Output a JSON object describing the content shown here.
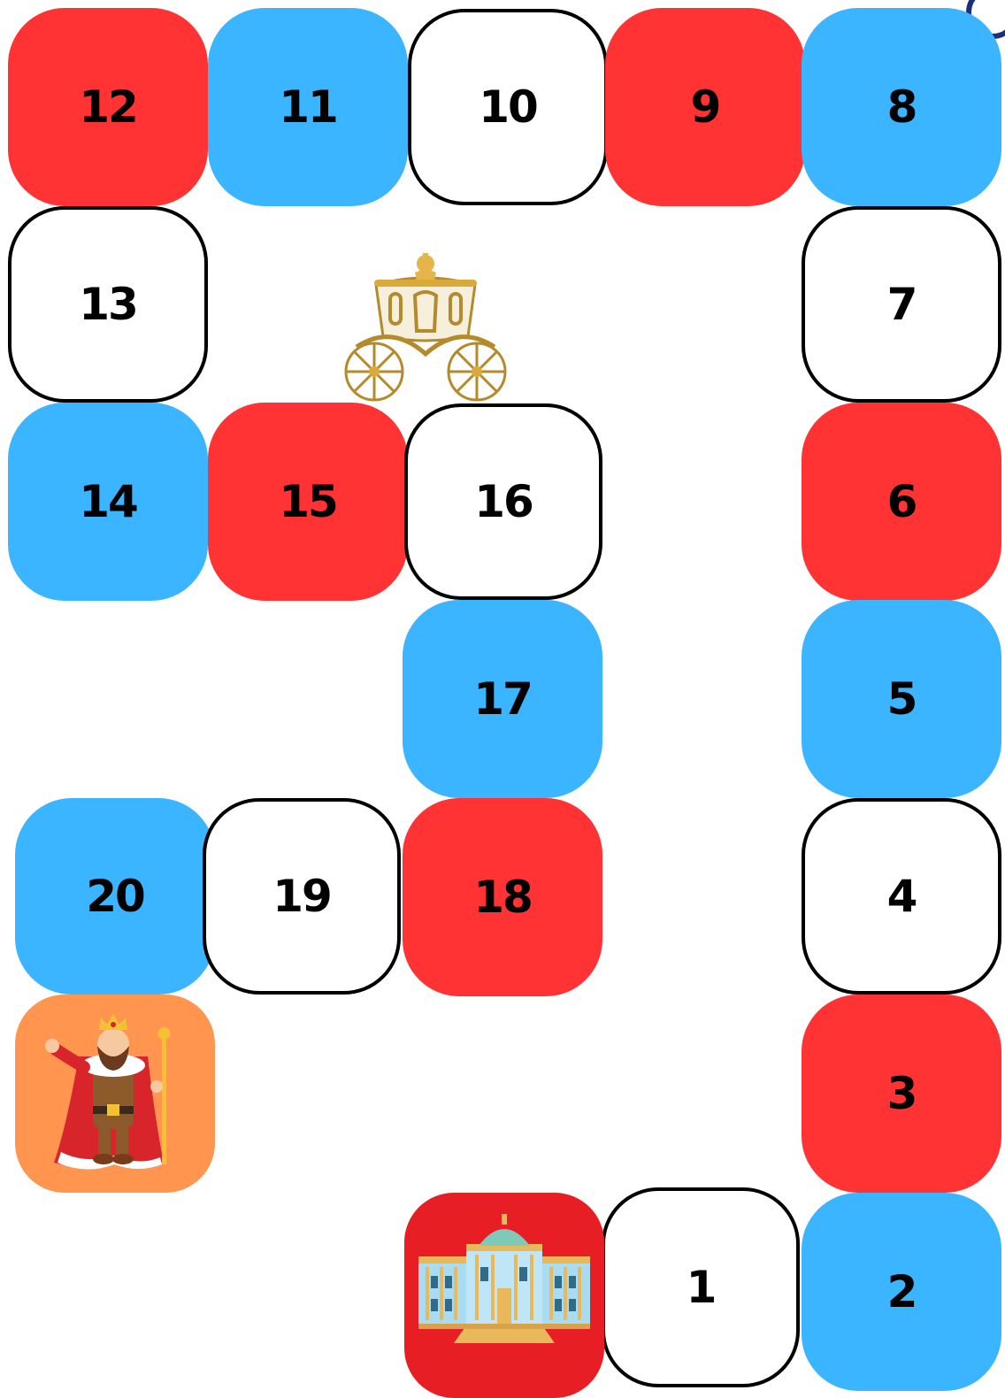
{
  "board": {
    "cells": [
      {
        "number": "1",
        "color": "white"
      },
      {
        "number": "2",
        "color": "blue"
      },
      {
        "number": "3",
        "color": "red"
      },
      {
        "number": "4",
        "color": "white"
      },
      {
        "number": "5",
        "color": "blue"
      },
      {
        "number": "6",
        "color": "red"
      },
      {
        "number": "7",
        "color": "white"
      },
      {
        "number": "8",
        "color": "blue"
      },
      {
        "number": "9",
        "color": "red"
      },
      {
        "number": "10",
        "color": "white"
      },
      {
        "number": "11",
        "color": "blue"
      },
      {
        "number": "12",
        "color": "red"
      },
      {
        "number": "13",
        "color": "white"
      },
      {
        "number": "14",
        "color": "blue"
      },
      {
        "number": "15",
        "color": "red"
      },
      {
        "number": "16",
        "color": "white"
      },
      {
        "number": "17",
        "color": "blue"
      },
      {
        "number": "18",
        "color": "red"
      },
      {
        "number": "19",
        "color": "white"
      },
      {
        "number": "20",
        "color": "blue"
      }
    ],
    "start_tile": {
      "icon": "palace-icon",
      "color": "#e81e25"
    },
    "finish_tile": {
      "icon": "king-icon",
      "color": "#ff954f"
    },
    "decoration": {
      "icon": "carriage-icon"
    }
  },
  "colors": {
    "red": "#ff3333",
    "blue": "#3bb5ff",
    "white": "#ffffff",
    "outline": "#000000"
  }
}
